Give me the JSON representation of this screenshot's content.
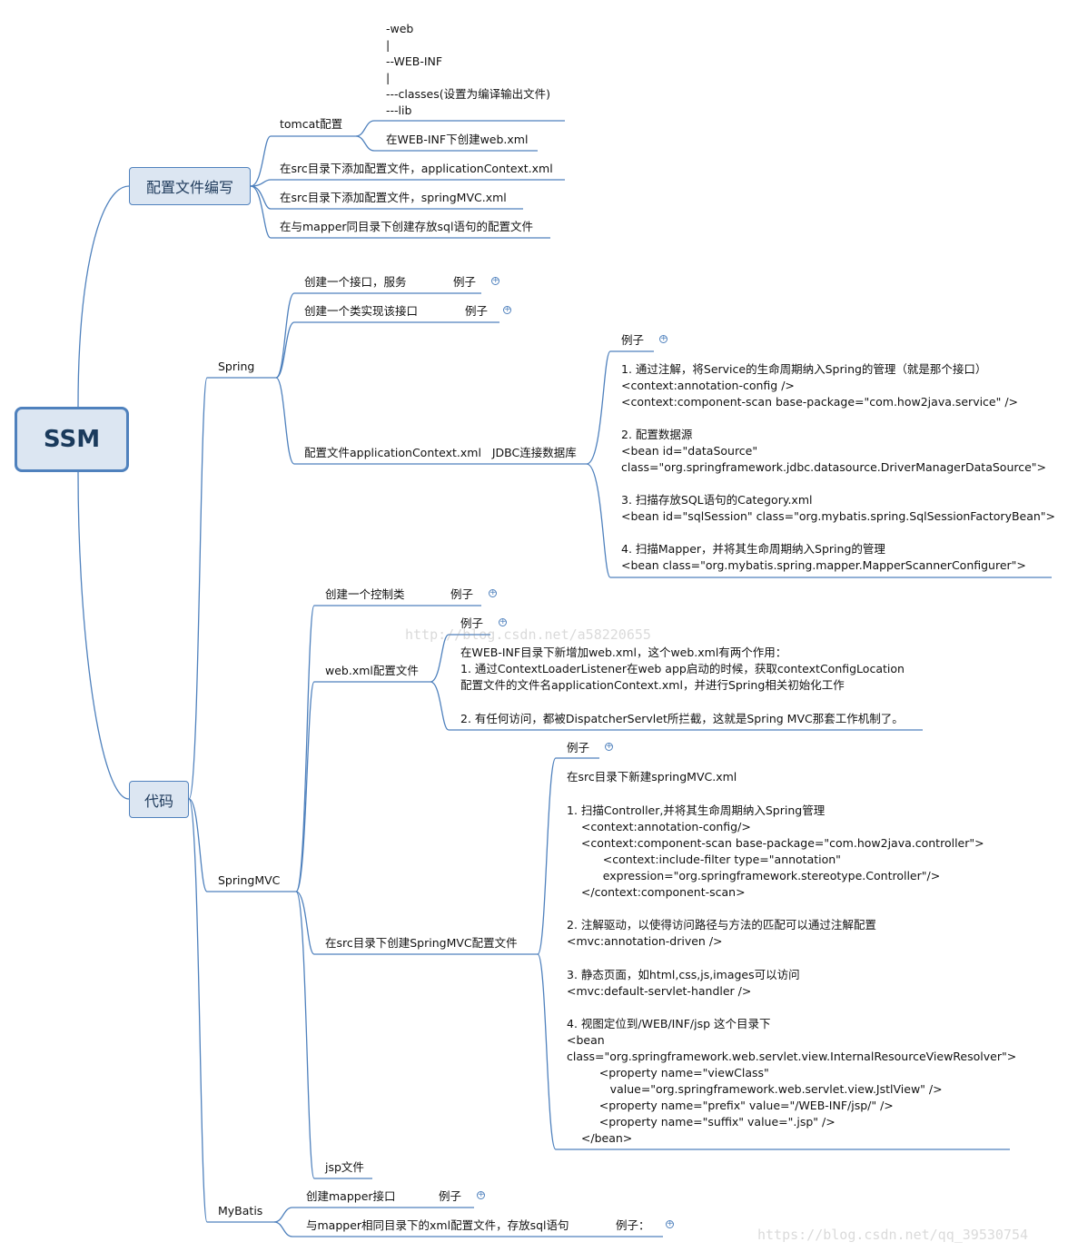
{
  "root": "SSM",
  "config": {
    "label": "配置文件编写",
    "tomcat": {
      "label": "tomcat配置",
      "tree": [
        "-web",
        "|",
        "--WEB-INF",
        "|",
        "---classes(设置为编译输出文件)",
        "---lib"
      ],
      "webxml": "在WEB-INF下创建web.xml"
    },
    "item_app_ctx": "在src目录下添加配置文件，applicationContext.xml",
    "item_springmvc": "在src目录下添加配置文件，springMVC.xml",
    "item_mapper": "在与mapper同目录下创建存放sql语句的配置文件"
  },
  "code": {
    "label": "代码",
    "spring": {
      "label": "Spring",
      "iface": "创建一个接口，服务",
      "iface_ex": "例子",
      "impl": "创建一个类实现该接口",
      "impl_ex": "例子",
      "appctx": "配置文件applicationContext.xml   JDBC连接数据库",
      "appctx_ex": "例子",
      "appctx_note": [
        "1. 通过注解，将Service的生命周期纳入Spring的管理（就是那个接口）",
        "<context:annotation-config />",
        "<context:component-scan base-package=\"com.how2java.service\" />",
        "",
        "2. 配置数据源",
        "<bean id=\"dataSource\"",
        "class=\"org.springframework.jdbc.datasource.DriverManagerDataSource\">",
        "",
        "3. 扫描存放SQL语句的Category.xml",
        "<bean id=\"sqlSession\" class=\"org.mybatis.spring.SqlSessionFactoryBean\">",
        "",
        "4. 扫描Mapper，并将其生命周期纳入Spring的管理",
        "<bean class=\"org.mybatis.spring.mapper.MapperScannerConfigurer\">"
      ]
    },
    "springmvc": {
      "label": "SpringMVC",
      "controller": "创建一个控制类",
      "controller_ex": "例子",
      "webxml": "web.xml配置文件",
      "webxml_ex": "例子",
      "webxml_note": [
        "在WEB-INF目录下新增加web.xml，这个web.xml有两个作用：",
        "1. 通过ContextLoaderListener在web app启动的时候，获取contextConfigLocation",
        "配置文件的文件名applicationContext.xml，并进行Spring相关初始化工作",
        "",
        "2. 有任何访问，都被DispatcherServlet所拦截，这就是Spring MVC那套工作机制了。"
      ],
      "mvccfg": "在src目录下创建SpringMVC配置文件",
      "mvccfg_ex": "例子",
      "mvccfg_note": [
        "在src目录下新建springMVC.xml",
        "",
        "1. 扫描Controller,并将其生命周期纳入Spring管理",
        "    <context:annotation-config/>",
        "    <context:component-scan base-package=\"com.how2java.controller\">",
        "          <context:include-filter type=\"annotation\"",
        "          expression=\"org.springframework.stereotype.Controller\"/>",
        "    </context:component-scan>",
        "",
        "2. 注解驱动，以使得访问路径与方法的匹配可以通过注解配置",
        "<mvc:annotation-driven />",
        "",
        "3. 静态页面，如html,css,js,images可以访问",
        "<mvc:default-servlet-handler />",
        "",
        "4. 视图定位到/WEB/INF/jsp 这个目录下",
        "<bean",
        "class=\"org.springframework.web.servlet.view.InternalResourceViewResolver\">",
        "         <property name=\"viewClass\"",
        "            value=\"org.springframework.web.servlet.view.JstlView\" />",
        "         <property name=\"prefix\" value=\"/WEB-INF/jsp/\" />",
        "         <property name=\"suffix\" value=\".jsp\" />",
        "    </bean>"
      ],
      "jsp": "jsp文件"
    },
    "mybatis": {
      "label": "MyBatis",
      "mapper": "创建mapper接口",
      "mapper_ex": "例子",
      "xml": "与mapper相同目录下的xml配置文件，存放sql语句",
      "xml_ex": "例子："
    }
  },
  "plus_icon": "+",
  "watermarks": [
    "http://blog.csdn.net/a58220655",
    "https://blog.csdn.net/qq_39530754"
  ],
  "colors": {
    "line": "#4f81bd",
    "box_fill": "#dce6f2",
    "box_border": "#4f81bd"
  }
}
